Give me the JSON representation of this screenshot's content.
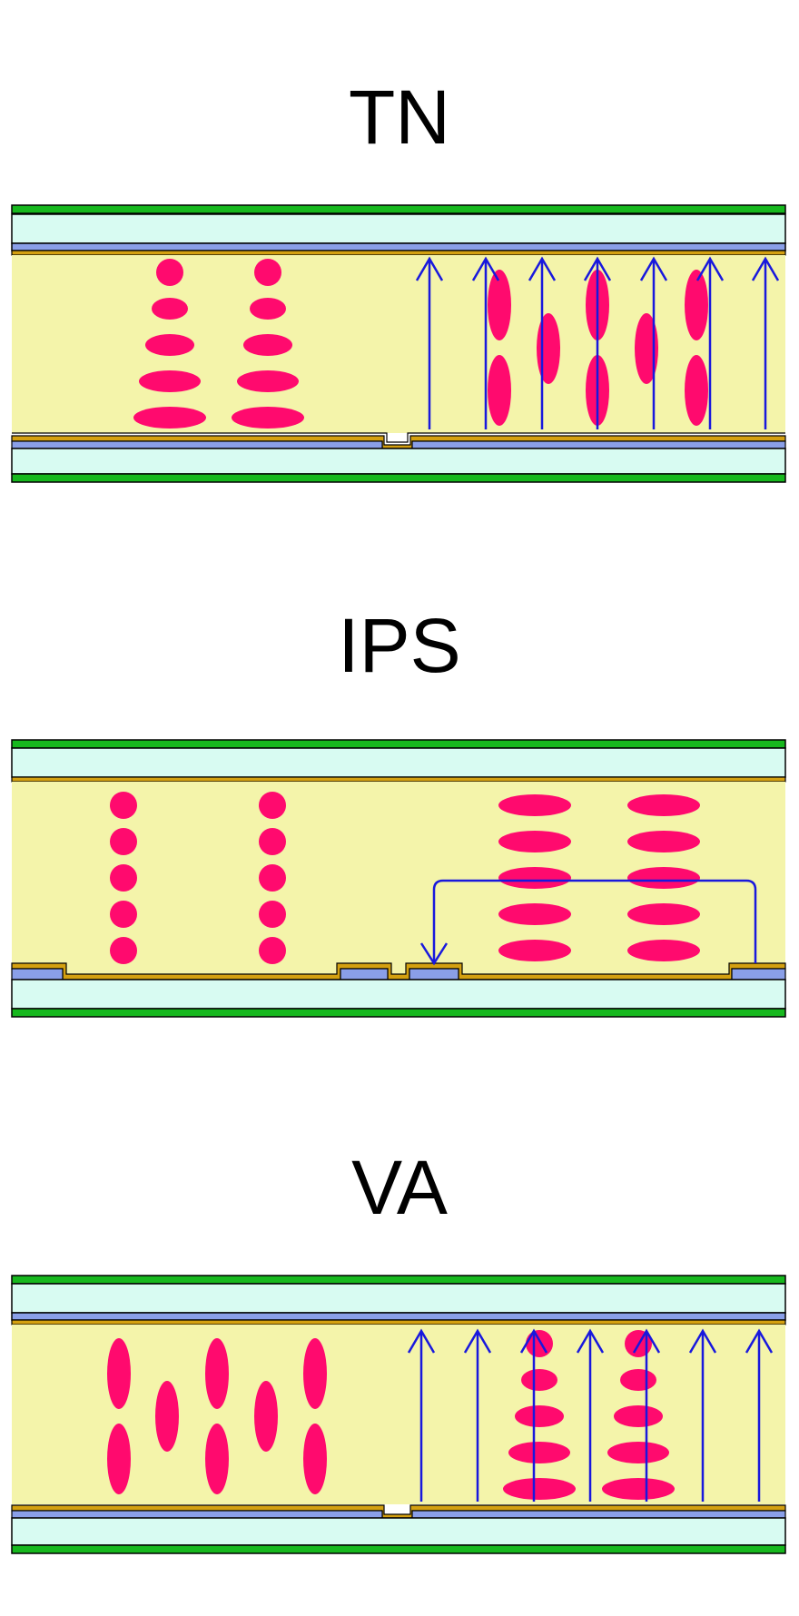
{
  "panels": [
    {
      "id": "tn",
      "title": "TN",
      "mode": "TN"
    },
    {
      "id": "ips",
      "title": "IPS",
      "mode": "IPS"
    },
    {
      "id": "va",
      "title": "VA",
      "mode": "VA"
    }
  ],
  "colors": {
    "background": "#ffffff",
    "polarizer": "#17b81e",
    "glass": "#d8fbf2",
    "electrode": "#8a9fe8",
    "alignment_layer": "#d4a010",
    "liquid_crystal": "#f4f4aa",
    "molecule": "#ff0a6e",
    "field_line": "#1818dd",
    "outline": "#000000"
  }
}
